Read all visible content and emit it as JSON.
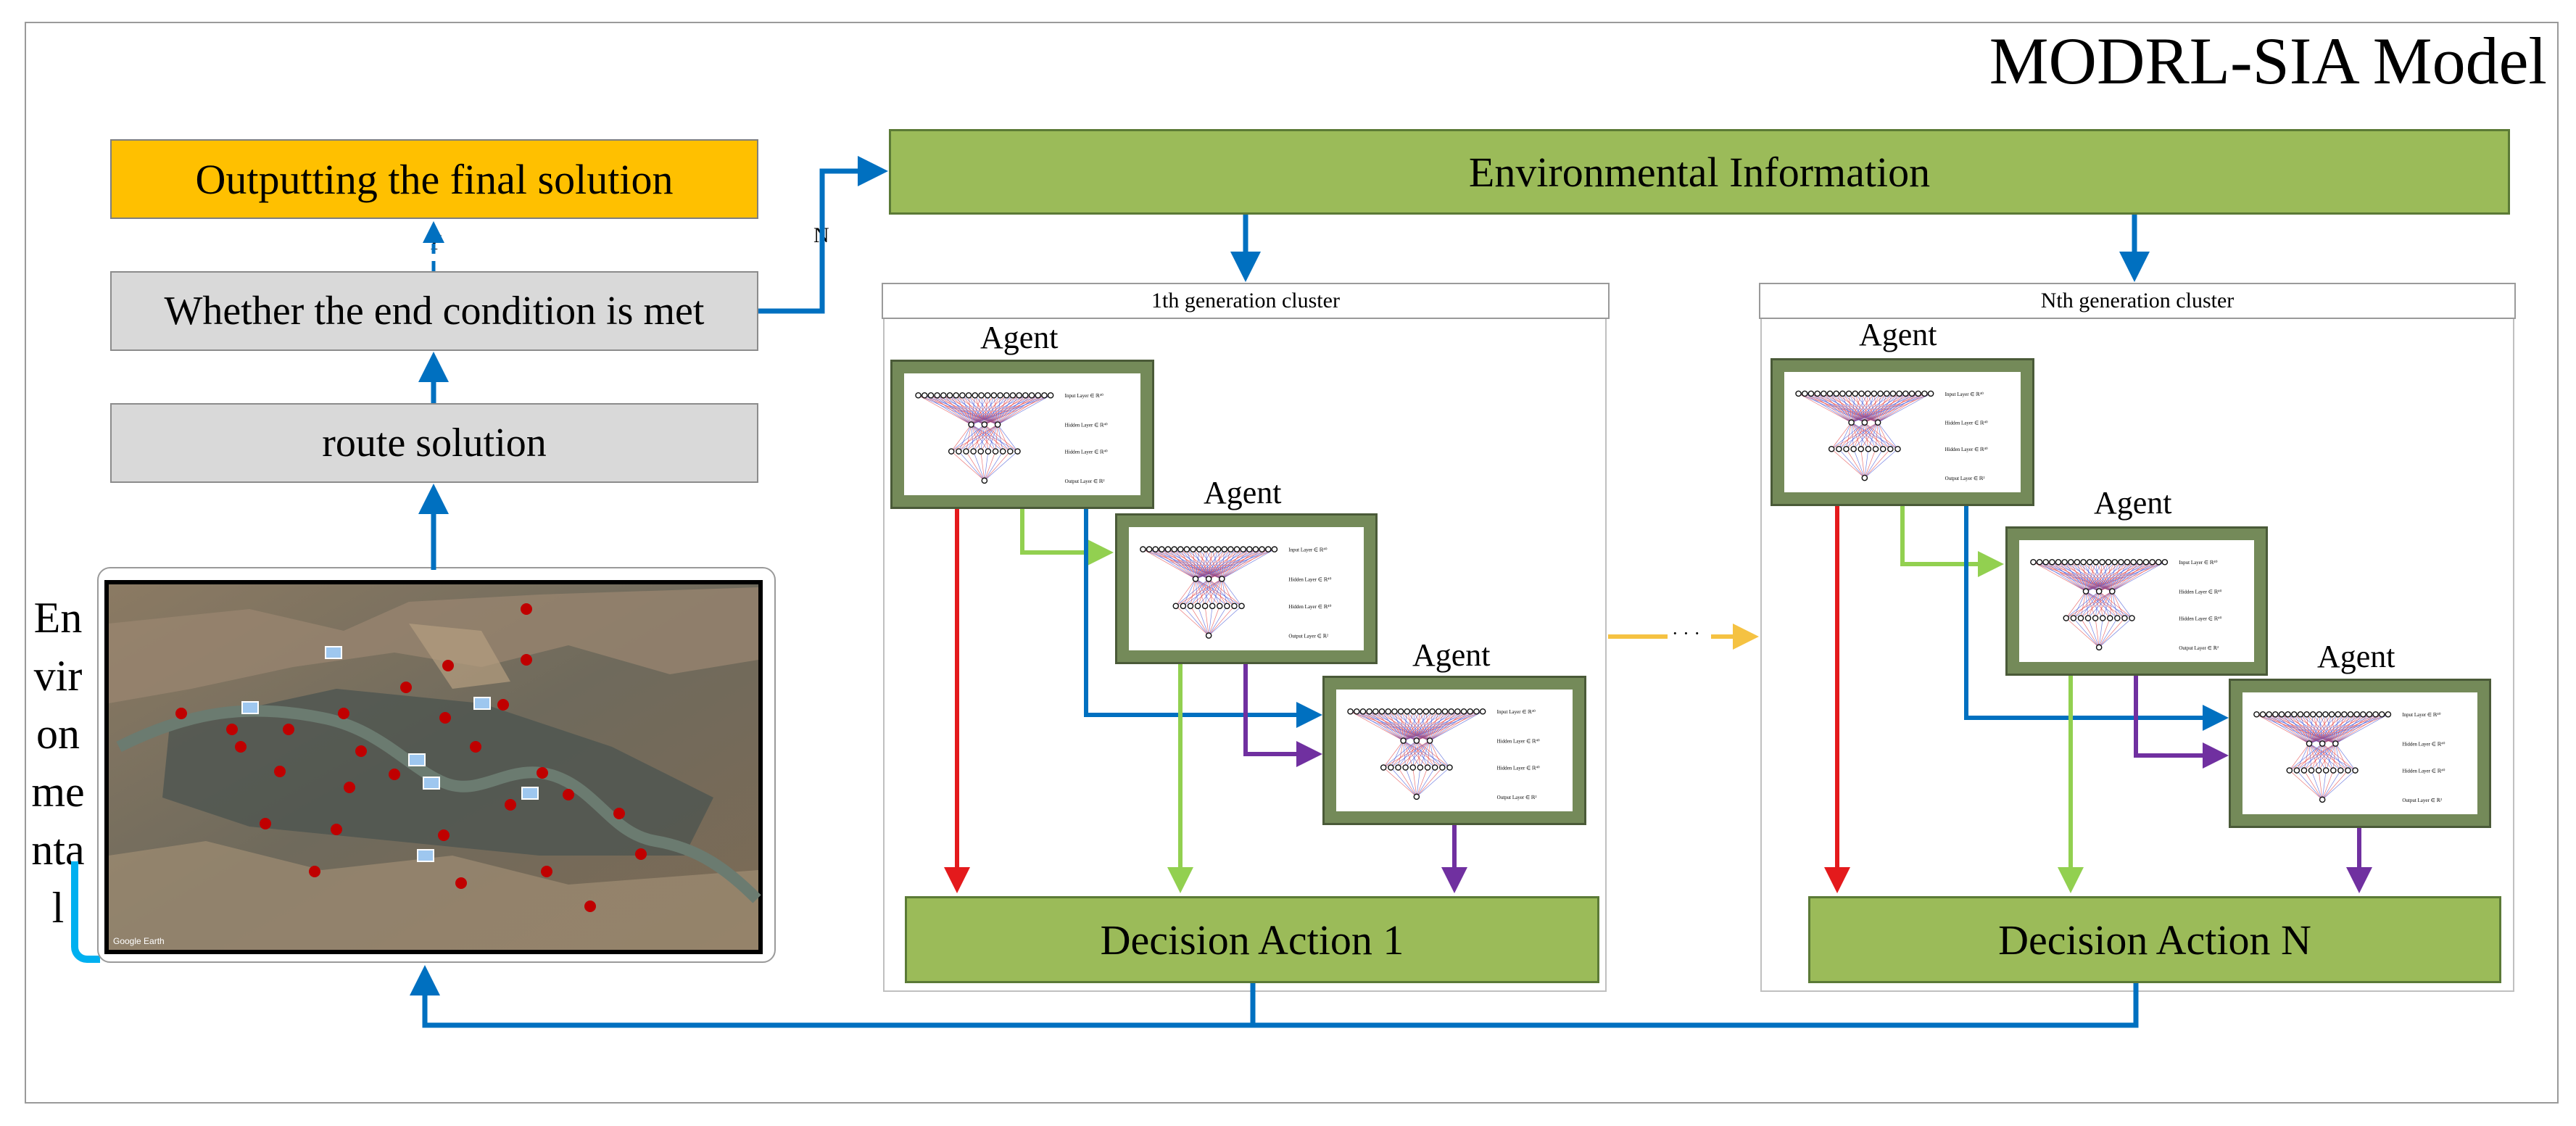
{
  "title": "MODRL-SIA Model",
  "left_flow": {
    "output": "Outputting the final solution",
    "end_condition": "Whether the end condition is met",
    "route": "route solution",
    "yes_label": "Y",
    "no_label": "N"
  },
  "environment_side_label": [
    "En",
    "vir",
    "on",
    "me",
    "nta",
    "l"
  ],
  "map": {
    "watermark": "Google Earth"
  },
  "env_info": "Environmental Information",
  "clusters": [
    {
      "header": "1th generation cluster",
      "decision": "Decision Action 1",
      "agent_label": "Agent"
    },
    {
      "header": "Nth generation cluster",
      "decision": "Decision Action N",
      "agent_label": "Agent"
    }
  ],
  "nn_layers": [
    "Input Layer ∈ ℝ⁴⁰",
    "Hidden Layer ∈ ℝ⁴⁰",
    "Hidden Layer ∈ ℝ⁴⁰",
    "Output Layer ∈ ℝ²"
  ],
  "ellipsis": "· · ·",
  "colors": {
    "flow_arrow": "#0070c0",
    "red_arrow": "#e41a1c",
    "green_arrow": "#92d050",
    "purple_arrow": "#7030a0",
    "yellow_arrow": "#f5c242",
    "box_green": "#9bbb59",
    "box_orange": "#ffc000",
    "box_grey": "#d9d9d9"
  }
}
